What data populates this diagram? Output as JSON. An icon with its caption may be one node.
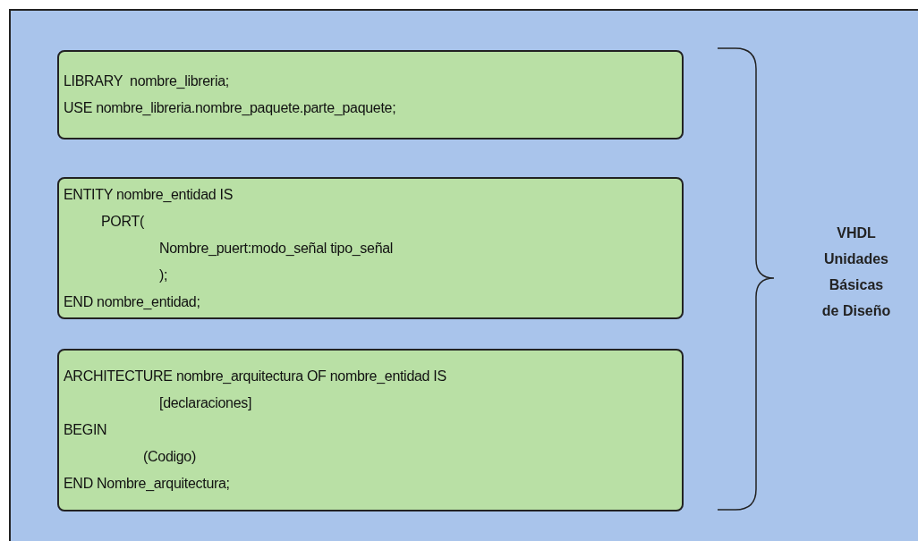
{
  "diagram": {
    "nodes": [
      {
        "text": [],
        "shape": "box"
      },
      {
        "text": [
          "LIBRARY  nombre_libreria;",
          "USE nombre_libreria.nombre_paquete.parte_paquete;"
        ],
        "in": 0
      },
      {
        "text": [
          "ENTITY nombre_entidad IS",
          "PORT(",
          "Nombre_puert:modo_señal tipo_señal",
          ");",
          "END nombre_entidad;"
        ],
        "in": 0
      },
      {
        "text": [
          "ARCHITECTURE nombre_arquitectura OF nombre_entidad IS",
          "[declaraciones]",
          "BEGIN",
          "(Codigo)",
          "END Nombre_arquitectura;"
        ],
        "in": 0
      }
    ],
    "edges": [],
    "labels": [
      "VHDL Unidades Básicas de Diseño"
    ]
  }
}
